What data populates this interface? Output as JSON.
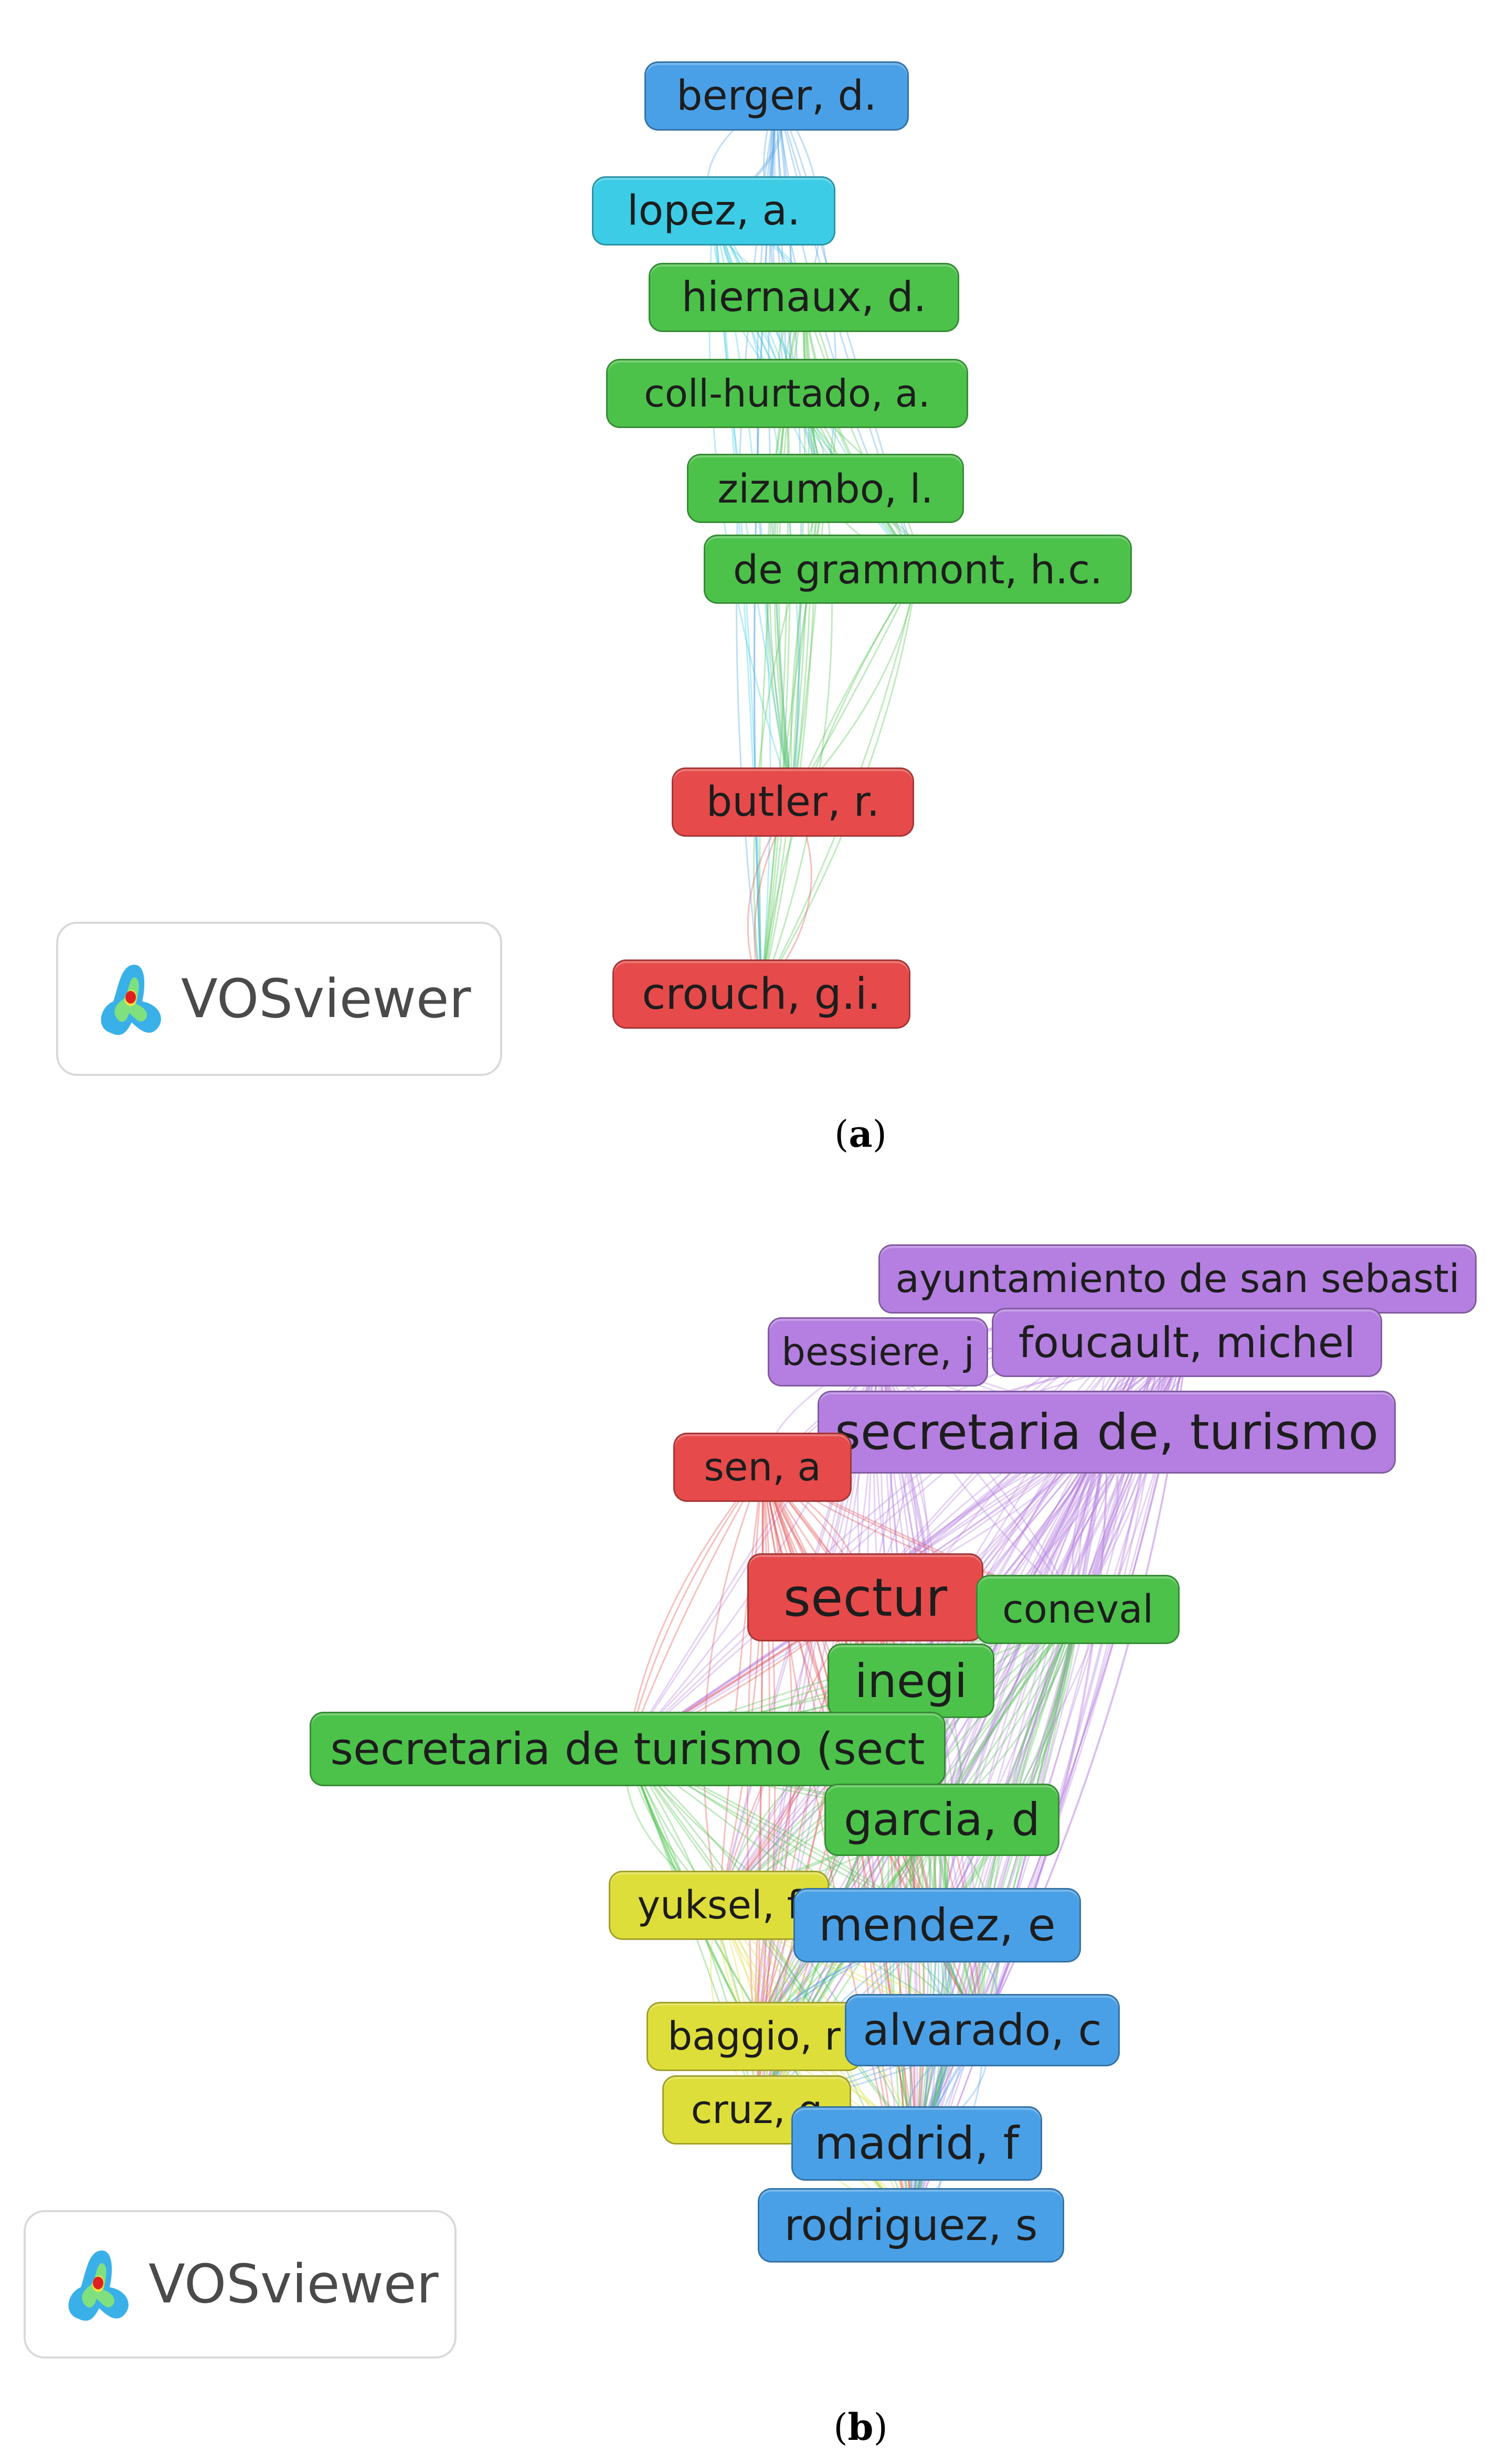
{
  "colors": {
    "red": "#e64a4a",
    "green": "#4cc24a",
    "blue": "#4aa0e6",
    "cyan": "#3ccce6",
    "purple": "#b47fe0",
    "yellow": "#dede3a"
  },
  "panel_a": {
    "logo_text": "VOSviewer",
    "caption": "a",
    "nodes": [
      {
        "label": "berger, d.",
        "color": "blue"
      },
      {
        "label": "lopez, a.",
        "color": "cyan"
      },
      {
        "label": "hiernaux, d.",
        "color": "green"
      },
      {
        "label": "coll-hurtado, a.",
        "color": "green"
      },
      {
        "label": "zizumbo, l.",
        "color": "green"
      },
      {
        "label": "de grammont, h.c.",
        "color": "green"
      },
      {
        "label": "butler, r.",
        "color": "red"
      },
      {
        "label": "crouch, g.i.",
        "color": "red"
      }
    ]
  },
  "panel_b": {
    "logo_text": "VOSviewer",
    "caption": "b",
    "nodes": [
      {
        "label": "ayuntamiento de san sebasti",
        "color": "purple"
      },
      {
        "label": "bessiere, j",
        "color": "purple"
      },
      {
        "label": "foucault, michel",
        "color": "purple"
      },
      {
        "label": "secretaria de, turismo",
        "color": "purple"
      },
      {
        "label": "sen, a",
        "color": "red"
      },
      {
        "label": "sectur",
        "color": "red"
      },
      {
        "label": "coneval",
        "color": "green"
      },
      {
        "label": "inegi",
        "color": "green"
      },
      {
        "label": "secretaria de turismo (sect",
        "color": "green"
      },
      {
        "label": "garcia, d",
        "color": "green"
      },
      {
        "label": "yuksel, f",
        "color": "yellow"
      },
      {
        "label": "mendez, e",
        "color": "blue"
      },
      {
        "label": "baggio, r",
        "color": "yellow"
      },
      {
        "label": "alvarado, c",
        "color": "blue"
      },
      {
        "label": "cruz, g",
        "color": "yellow"
      },
      {
        "label": "madrid, f",
        "color": "blue"
      },
      {
        "label": "rodriguez, s",
        "color": "blue"
      }
    ]
  }
}
